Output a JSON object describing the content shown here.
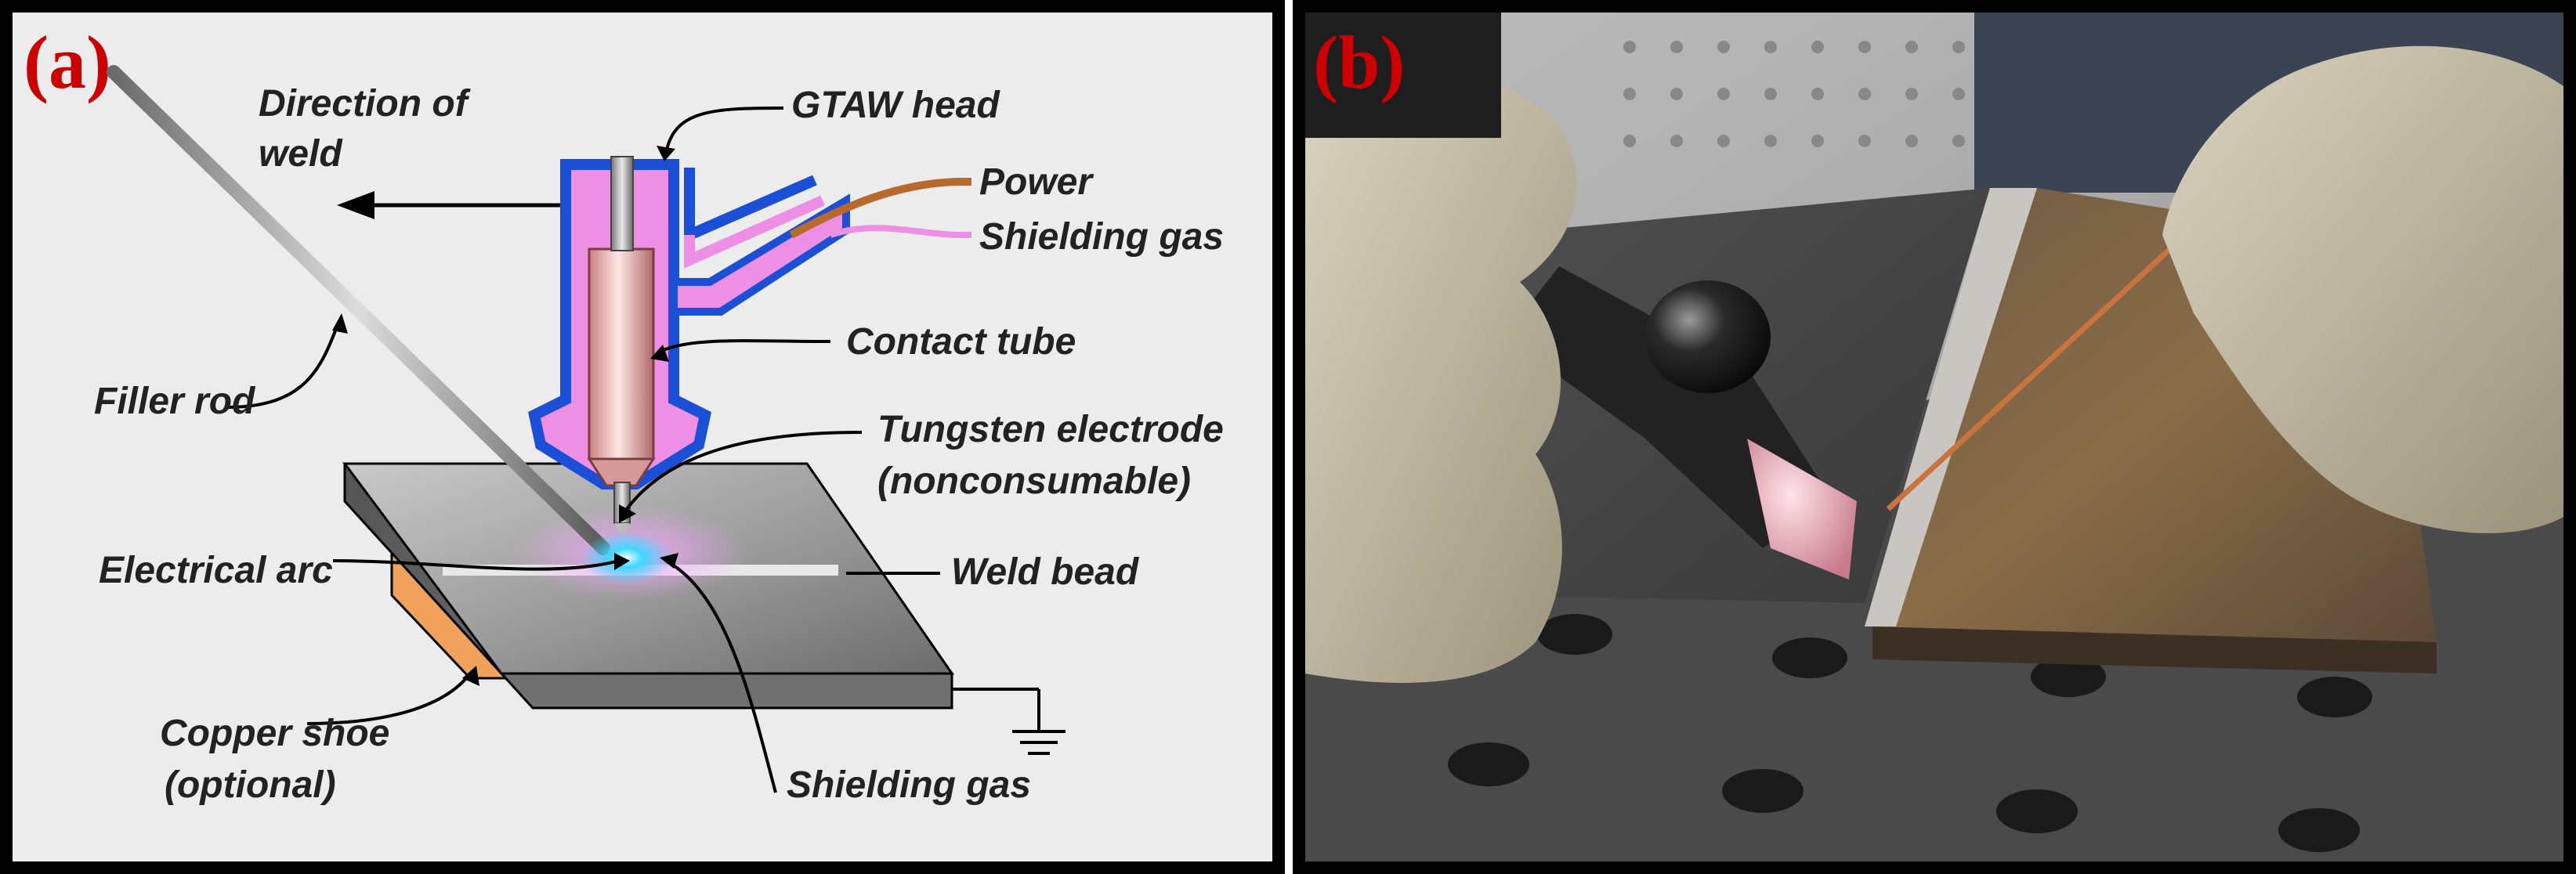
{
  "panels": {
    "a": {
      "label": "(a)"
    },
    "b": {
      "label": "(b)"
    }
  },
  "diagram_a": {
    "callouts": {
      "direction_of_weld_line1": "Direction of",
      "direction_of_weld_line2": "weld",
      "gtaw_head": "GTAW head",
      "power": "Power",
      "shielding_gas_top": "Shielding gas",
      "contact_tube": "Contact tube",
      "filler_rod": "Filler rod",
      "tungsten_electrode_line1": "Tungsten electrode",
      "tungsten_electrode_line2": "(nonconsumable)",
      "electrical_arc": "Electrical arc",
      "weld_bead": "Weld bead",
      "copper_shoe_line1": "Copper shoe",
      "copper_shoe_line2": "(optional)",
      "shielding_gas_bottom": "Shielding gas"
    },
    "colors": {
      "nozzle_blue": "#1a4fd6",
      "shield_pink": "#ee8fe6",
      "power_cable": "#b86a2a",
      "copper_shoe": "#f1a25a",
      "arc_glow": "#3fd7ff",
      "plate_gray": "#8a8a8a"
    }
  }
}
